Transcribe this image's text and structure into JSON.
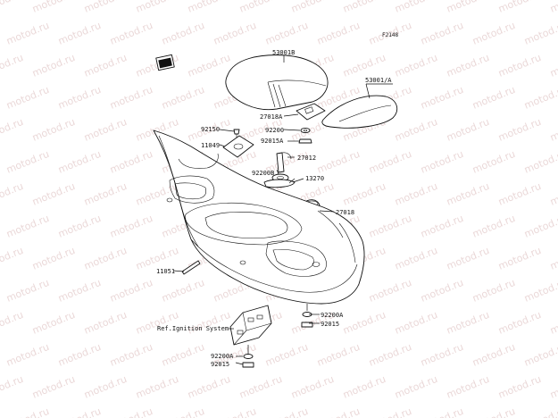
{
  "watermark": "motod.ru",
  "figure_code": "F2148",
  "labels": {
    "p53001b": "53001B",
    "p53001a": "53001/A",
    "p27018a": "27018A",
    "p92150": "92150",
    "p92200": "92200",
    "p11049": "11049",
    "p92015a": "92015A",
    "p27012": "27012",
    "p92200b": "92200B",
    "p13270": "13270",
    "p27018": "27018",
    "p11051": "11051",
    "p92200a_r": "92200A",
    "p92015_r": "92015",
    "ref_ignition": "Ref.Ignition System",
    "p92200a_l": "92200A",
    "p92015_l": "92015"
  },
  "colors": {
    "line": "#111111",
    "watermark": "#d9b8b8"
  }
}
